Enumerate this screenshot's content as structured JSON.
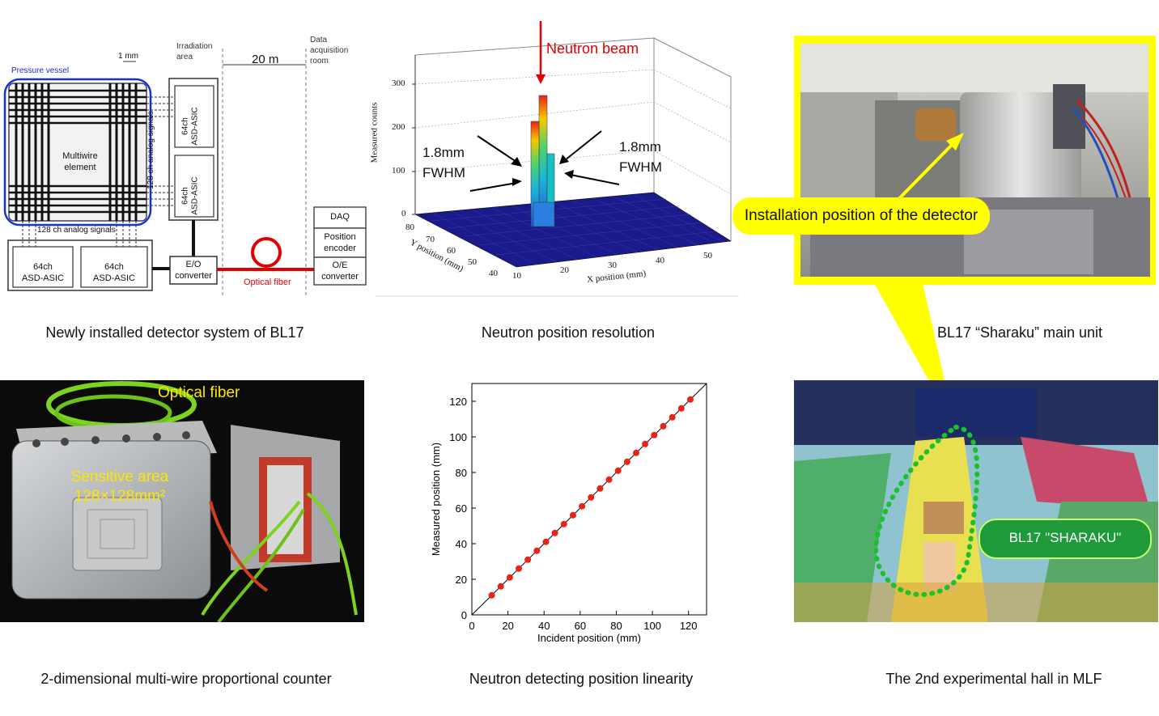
{
  "captions": {
    "detector_system": "Newly installed detector system of BL17",
    "resolution": "Neutron position resolution",
    "main_unit": "BL17 “Sharaku” main unit",
    "mwpc": "2-dimensional multi-wire proportional counter",
    "linearity": "Neutron detecting position linearity",
    "hall": "The 2nd experimental hall in MLF"
  },
  "schematic": {
    "pressure_vessel": "Pressure vessel",
    "one_mm": "1 mm",
    "irradiation_area_1": "Irradiation",
    "irradiation_area_2": "area",
    "distance": "20 m",
    "daq_room_1": "Data",
    "daq_room_2": "acquisition",
    "daq_room_3": "room",
    "multiwire_1": "Multiwire",
    "multiwire_2": "element",
    "analog_vertical": "128 ch analog signals",
    "analog_horizontal": "128 ch analog signals",
    "asic_64": "64ch",
    "asic_name": "ASD-ASIC",
    "eo_1": "E/O",
    "eo_2": "converter",
    "optical_fiber": "Optical fiber",
    "daq": "DAQ",
    "pos_enc_1": "Position",
    "pos_enc_2": "encoder",
    "oe_1": "O/E",
    "oe_2": "converter"
  },
  "resolution_plot": {
    "beam_label": "Neutron beam",
    "fwhm_left_1": "1.8mm",
    "fwhm_left_2": "FWHM",
    "fwhm_right_1": "1.8mm",
    "fwhm_right_2": "FWHM",
    "z_label": "Measured counts",
    "x_label": "X position (mm)",
    "y_label": "Y position (mm)",
    "z_ticks": [
      "0",
      "100",
      "200",
      "300"
    ],
    "x_ticks": [
      "10",
      "20",
      "30",
      "40",
      "50"
    ],
    "y_ticks": [
      "80",
      "70",
      "60",
      "50",
      "40"
    ],
    "colors": {
      "floor": "#1a1a8c",
      "peak_top": "#e8231a"
    }
  },
  "photos": {
    "detector_callout": "Installation position of the detector",
    "sharaku_badge": "BL17 \"SHARAKU\"",
    "optical_fiber": "Optical fiber",
    "sensitive_area_1": "Sensitive area",
    "sensitive_area_2": "128×128mm²",
    "colors": {
      "callout_yellow": "#ffff00",
      "badge_green": "#1e9a3a",
      "fiber_green": "#7ed321"
    }
  },
  "chart_data": {
    "type": "scatter",
    "xlabel": "Incident position (mm)",
    "ylabel": "Measured position (mm)",
    "xlim": [
      0,
      130
    ],
    "ylim": [
      0,
      130
    ],
    "x_ticks": [
      0,
      20,
      40,
      60,
      80,
      100,
      120
    ],
    "y_ticks": [
      0,
      20,
      40,
      60,
      80,
      100,
      120
    ],
    "series": [
      {
        "x": [
          11,
          16,
          21,
          26,
          31,
          36,
          41,
          46,
          51,
          56,
          61,
          66,
          71,
          76,
          81,
          86,
          91,
          96,
          101,
          106,
          111,
          116,
          121
        ],
        "y": [
          11,
          16,
          21,
          26,
          31,
          36,
          41,
          46,
          51,
          56,
          61,
          66,
          71,
          76,
          81,
          86,
          91,
          96,
          101,
          106,
          111,
          116,
          121
        ],
        "color": "#e8231a"
      }
    ],
    "reference_line": [
      [
        0,
        0
      ],
      [
        130,
        130
      ]
    ]
  }
}
